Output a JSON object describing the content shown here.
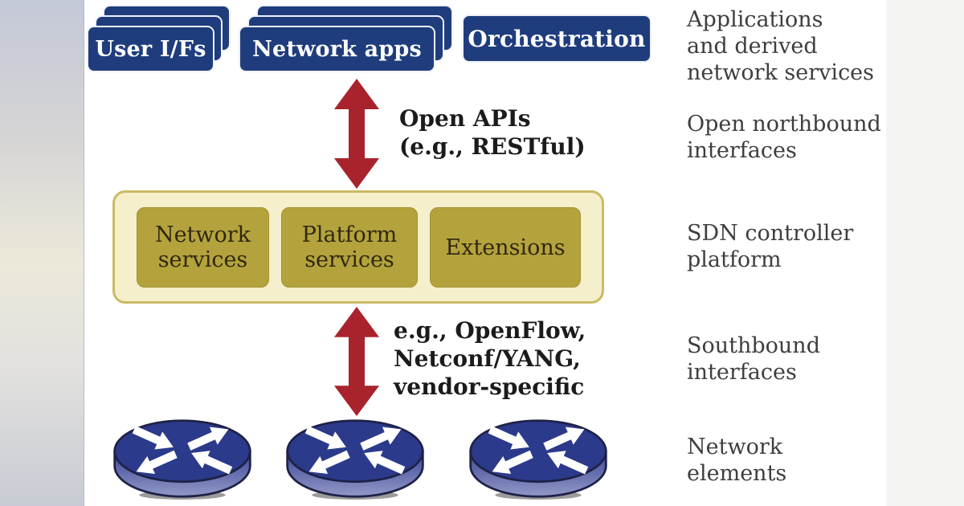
{
  "colors": {
    "navy_box": "#1f3d7d",
    "box_separator": "#eef1f7",
    "controller_fill": "#f5efcc",
    "controller_border": "#cbbb63",
    "service_box_fill": "#b4a33d",
    "arrow_red": "#a8232b",
    "side_label_text": "#3e3e3e",
    "diagram_text": "#1b1b1b",
    "router_top": "#2c3a8c",
    "router_body_dark": "#3b4795",
    "router_body_light": "#9298c7",
    "router_outline": "#1e2247",
    "left_strip_top": "#c4c9d8",
    "left_strip_middle": "#ece8d9",
    "left_strip_bottom": "#c8cbd4",
    "right_strip": "#f4f4f2"
  },
  "top_row": {
    "boxes": [
      {
        "label": "User I/Fs",
        "stacked": true
      },
      {
        "label": "Network apps",
        "stacked": true
      },
      {
        "label": "Orchestration",
        "stacked": false
      }
    ]
  },
  "northbound": {
    "lines": [
      "Open APIs",
      "(e.g., RESTful)"
    ]
  },
  "controller": {
    "boxes": [
      {
        "lines": [
          "Network",
          "services"
        ]
      },
      {
        "lines": [
          "Platform",
          "services"
        ]
      },
      {
        "lines": [
          "Extensions"
        ]
      }
    ]
  },
  "southbound": {
    "lines": [
      "e.g., OpenFlow,",
      "Netconf/YANG,",
      "vendor-specific"
    ]
  },
  "side_labels": [
    {
      "lines": [
        "Applications",
        "and derived",
        "network services"
      ]
    },
    {
      "lines": [
        "Open northbound",
        "interfaces"
      ]
    },
    {
      "lines": [
        "SDN controller",
        "platform"
      ]
    },
    {
      "lines": [
        "Southbound",
        "interfaces"
      ]
    },
    {
      "lines": [
        "Network",
        "elements"
      ]
    }
  ],
  "network_elements_count": 3
}
